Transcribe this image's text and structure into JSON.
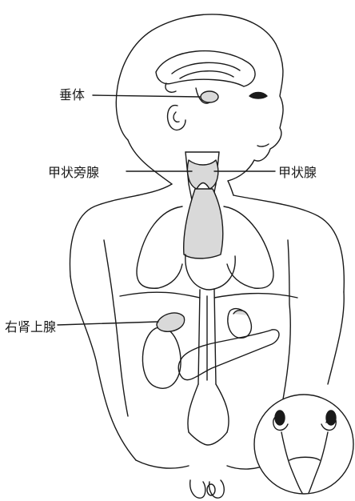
{
  "labels": {
    "pituitary": "垂体",
    "parathyroid": "甲状旁腺",
    "thyroid": "甲状腺",
    "adrenal": "右肾上腺"
  },
  "colors": {
    "ink": "#1a1a1a",
    "background": "#ffffff",
    "gland_fill": "#d9d9d9"
  }
}
